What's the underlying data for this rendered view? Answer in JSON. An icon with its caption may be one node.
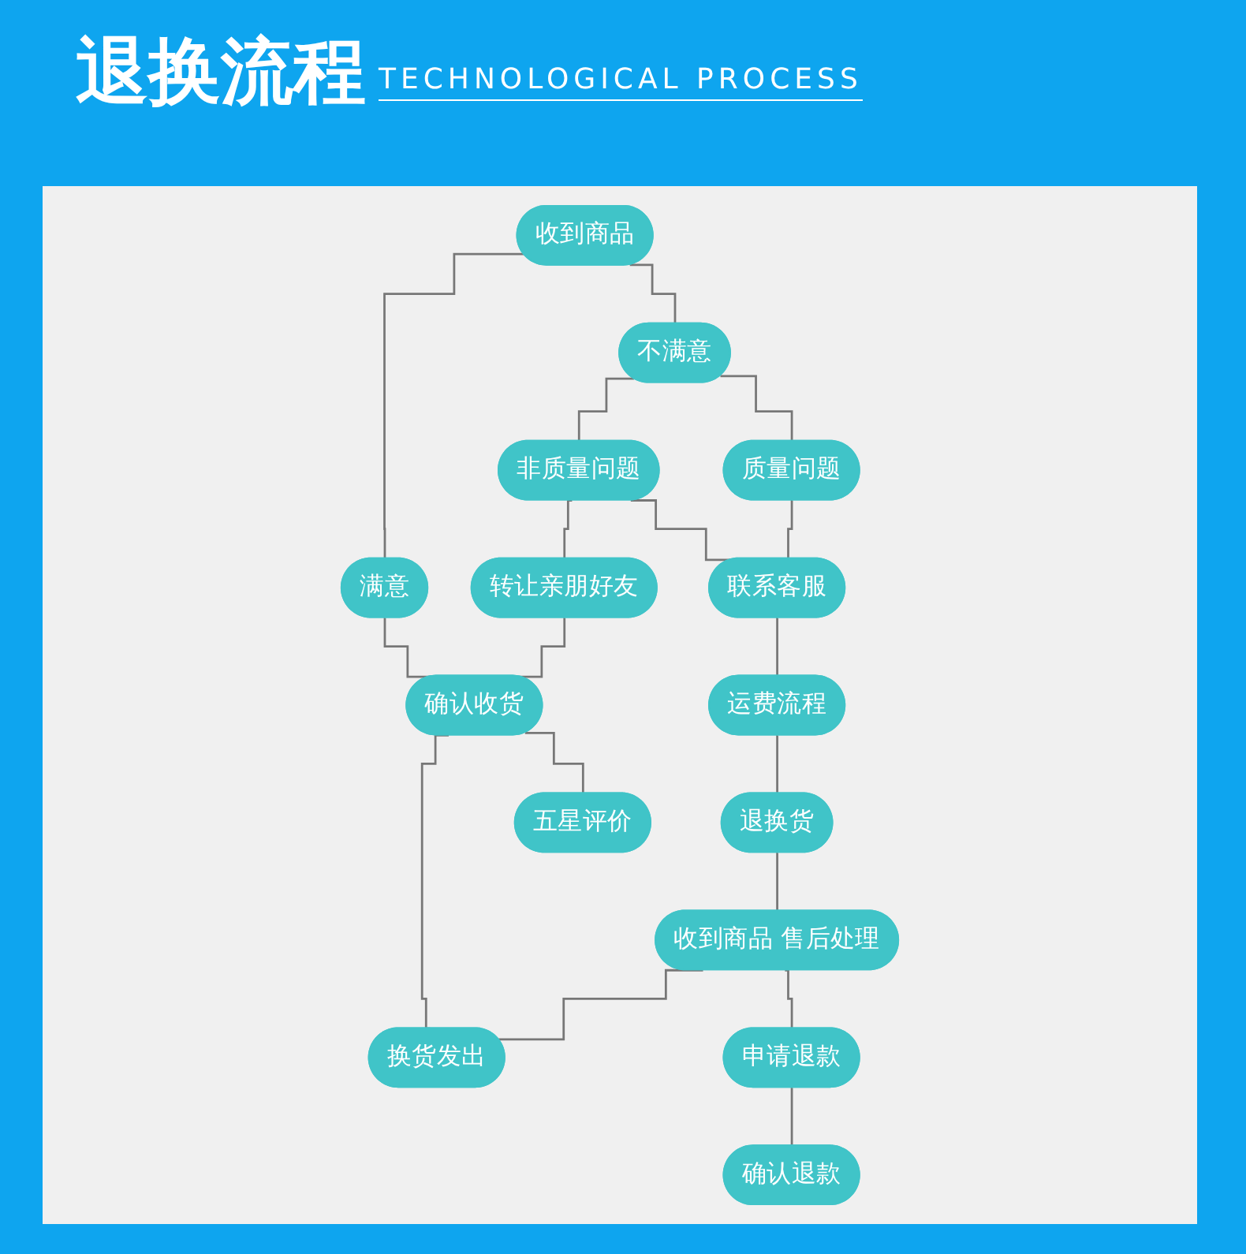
{
  "diagram": {
    "title": "退换流程",
    "nodes": [
      {
        "text": [
          "收到商品"
        ]
      },
      {
        "text": [
          "满意"
        ]
      },
      {
        "text": [
          "不满意"
        ]
      },
      {
        "text": [
          "非质量问题"
        ]
      },
      {
        "text": [
          "质量问题"
        ]
      },
      {
        "text": [
          "转让亲朋好友"
        ]
      },
      {
        "text": [
          "联系客服"
        ]
      },
      {
        "text": [
          "运费流程"
        ]
      },
      {
        "text": [
          "确认收货"
        ]
      },
      {
        "text": [
          "换货发出"
        ]
      },
      {
        "text": [
          "退换货"
        ]
      },
      {
        "text": [
          "五星评价"
        ]
      },
      {
        "text": [
          "申请退款"
        ]
      },
      {
        "text": [
          "收到商品 售后处理"
        ]
      },
      {
        "text": [
          "确认退款"
        ]
      }
    ],
    "edges": [
      {
        "from": 0,
        "to": 1,
        "arrow": "none"
      },
      {
        "from": 0,
        "to": 2,
        "arrow": "none"
      },
      {
        "from": 2,
        "to": 3,
        "arrow": "none"
      },
      {
        "from": 2,
        "to": 4,
        "arrow": "none"
      },
      {
        "from": 3,
        "to": 5,
        "arrow": "none"
      },
      {
        "from": 3,
        "to": 6,
        "arrow": "none"
      },
      {
        "from": 4,
        "to": 6,
        "arrow": "none"
      },
      {
        "from": 1,
        "to": 8,
        "arrow": "none"
      },
      {
        "from": 5,
        "to": 8,
        "arrow": "none"
      },
      {
        "from": 6,
        "to": 7,
        "arrow": "none"
      },
      {
        "from": 7,
        "to": 10,
        "arrow": "none"
      },
      {
        "from": 10,
        "to": 13,
        "arrow": "none"
      },
      {
        "from": 8,
        "to": 9,
        "arrow": "none"
      },
      {
        "from": 8,
        "to": 11,
        "arrow": "none"
      },
      {
        "from": 13,
        "to": 9,
        "arrow": "none"
      },
      {
        "from": 13,
        "to": 12,
        "arrow": "none"
      },
      {
        "from": 12,
        "to": 14,
        "arrow": "none"
      }
    ],
    "labels": [
      "TECHNOLOGICAL PROCESS"
    ]
  }
}
